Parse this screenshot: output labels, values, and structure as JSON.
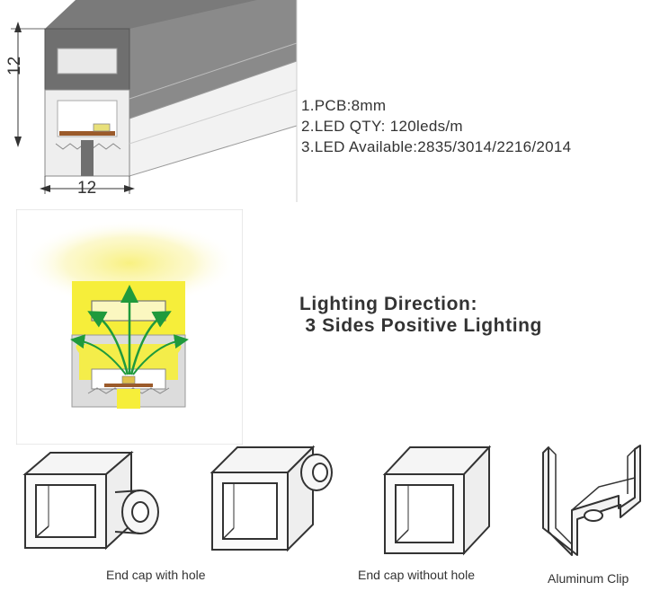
{
  "dimensions": {
    "height": "12",
    "width": "12"
  },
  "specs": [
    "1.PCB:8mm",
    "2.LED QTY: 120leds/m",
    "3.LED Available:2835/3014/2216/2014"
  ],
  "lighting": {
    "title": "Lighting Direction:",
    "subtitle": " 3 Sides Positive Lighting"
  },
  "accessories": [
    {
      "caption": "End cap with hole",
      "icon": "end-cap-with-hole-icon"
    },
    {
      "caption": "",
      "icon": "end-cap-with-hole-alt-icon"
    },
    {
      "caption": "End cap without hole",
      "icon": "end-cap-without-hole-icon"
    },
    {
      "caption": "Aluminum Clip",
      "icon": "aluminum-clip-icon"
    }
  ],
  "colors": {
    "profile_gray": "#6f6f6f",
    "glow_yellow": "#f6ee3a",
    "arrow_green": "#1f9a3c",
    "pcb_brown": "#9b5a2a"
  }
}
